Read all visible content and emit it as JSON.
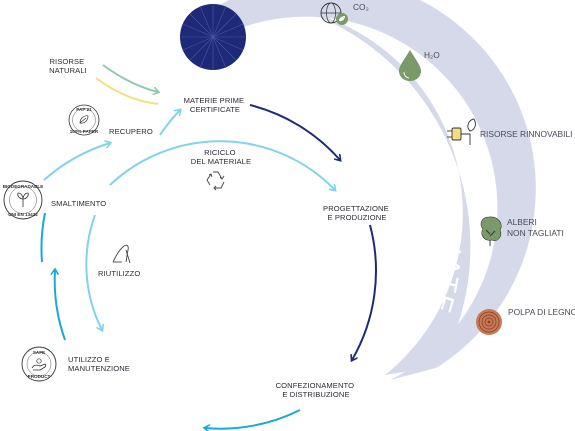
{
  "arc_title": "RISORSE RISPARMIATE",
  "cycle": {
    "risorse_naturali": [
      "RISORSE",
      "NATURALI"
    ],
    "materie_prime": [
      "MATERIE PRIME",
      "CERTIFICATE"
    ],
    "riciclo": [
      "RICICLO",
      "DEL MATERIALE"
    ],
    "progettazione": [
      "PROGETTAZIONE",
      "E PRODUZIONE"
    ],
    "confezionamento": [
      "CONFEZIONAMENTO",
      "E DISTRIBUZIONE"
    ],
    "utilizzo": [
      "UTILIZZO E",
      "MANUTENZIONE"
    ],
    "smaltimento": "SMALTIMENTO",
    "recupero": "RECUPERO",
    "riutilizzo": "RIUTILIZZO"
  },
  "badges": {
    "paper": [
      "PAP 21",
      "100% PAPER"
    ],
    "biodegradable": [
      "BIODEGRADABLE",
      "UNI EN 13432"
    ],
    "safe": [
      "SAFE",
      "PRODUCT"
    ]
  },
  "resources": {
    "co2": "CO₂",
    "h2o": "H₂O",
    "renewable": "RISORSE RINNOVABILI",
    "trees": [
      "ALBERI",
      "NON TAGLIATI"
    ],
    "pulp": "POLPA DI LEGNO"
  },
  "colors": {
    "navy": "#1e2a78",
    "cyan": "#1aa8d8",
    "light_cyan": "#7fd3ec",
    "arc_band": "#d6d9ea",
    "green": "#8fc9b0",
    "yellow": "#f2df82",
    "icon_green": "#7a9a6a"
  }
}
